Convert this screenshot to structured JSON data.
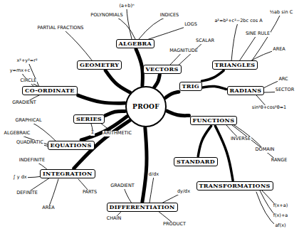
{
  "diagram": {
    "nodes": [
      {
        "text": [
          "PROOF"
        ]
      },
      {
        "text": [
          "ALGEBRA"
        ]
      },
      {
        "text": [
          "GEOMETRY"
        ]
      },
      {
        "text": [
          "VECTORS"
        ]
      },
      {
        "text": [
          "TRIG"
        ]
      },
      {
        "text": [
          "TRIANGLES"
        ]
      },
      {
        "text": [
          "RADIANS"
        ]
      },
      {
        "text": [
          "FUNCTIONS"
        ]
      },
      {
        "text": [
          "TRANSFORMATIONS"
        ]
      },
      {
        "text": [
          "STANDARD"
        ]
      },
      {
        "text": [
          "DIFFERENTIATION"
        ]
      },
      {
        "text": [
          "INTEGRATION"
        ]
      },
      {
        "text": [
          "EQUATIONS"
        ]
      },
      {
        "text": [
          "SERIES"
        ]
      },
      {
        "text": [
          "CO-ORDINATE"
        ]
      }
    ],
    "edges": [
      {
        "from": 0,
        "to": 1,
        "arrow": "none"
      },
      {
        "from": 0,
        "to": 2,
        "arrow": "none"
      },
      {
        "from": 0,
        "to": 3,
        "arrow": "none"
      },
      {
        "from": 0,
        "to": 4,
        "arrow": "none"
      },
      {
        "from": 4,
        "to": 5,
        "arrow": "none"
      },
      {
        "from": 4,
        "to": 6,
        "arrow": "none"
      },
      {
        "from": 0,
        "to": 7,
        "arrow": "none"
      },
      {
        "from": 7,
        "to": 8,
        "arrow": "none"
      },
      {
        "from": 7,
        "to": 9,
        "arrow": "none"
      },
      {
        "from": 0,
        "to": 10,
        "arrow": "none"
      },
      {
        "from": 0,
        "to": 11,
        "arrow": "none"
      },
      {
        "from": 0,
        "to": 12,
        "arrow": "none"
      },
      {
        "from": 0,
        "to": 13,
        "arrow": "none"
      },
      {
        "from": 0,
        "to": 14,
        "arrow": "none"
      }
    ],
    "labels": [
      "(a+b)ⁿ",
      "POLYNOMIALS",
      "INDICES",
      "LOGS",
      "PARTIAL FRACTIONS",
      "x²+y²=r²",
      "y=mx+c",
      "CIRCLE",
      "GRADIENT",
      "Σ",
      "ARITHMETIC",
      "GRAPHICAL",
      "ALGEBRAIC",
      "QUADRATIC",
      "INDEFINITE",
      "∫ y dx",
      "DEFINITE",
      "AREA",
      "PARTS",
      "d/dx",
      "GRADIENT",
      "dy/dx",
      "CHAIN",
      "PRODUCT",
      "f(x+a)",
      "f(x)+a",
      "af(x)",
      "INVERSE",
      "DOMAIN",
      "RANGE",
      "sin²θ+cos²θ=1",
      "ARC",
      "SECTOR",
      "AREA",
      "SINE RULE",
      "a²=b²+c²−2bc cos A",
      "½ab sin C",
      "MAGNITUDE",
      "SCALAR"
    ]
  }
}
